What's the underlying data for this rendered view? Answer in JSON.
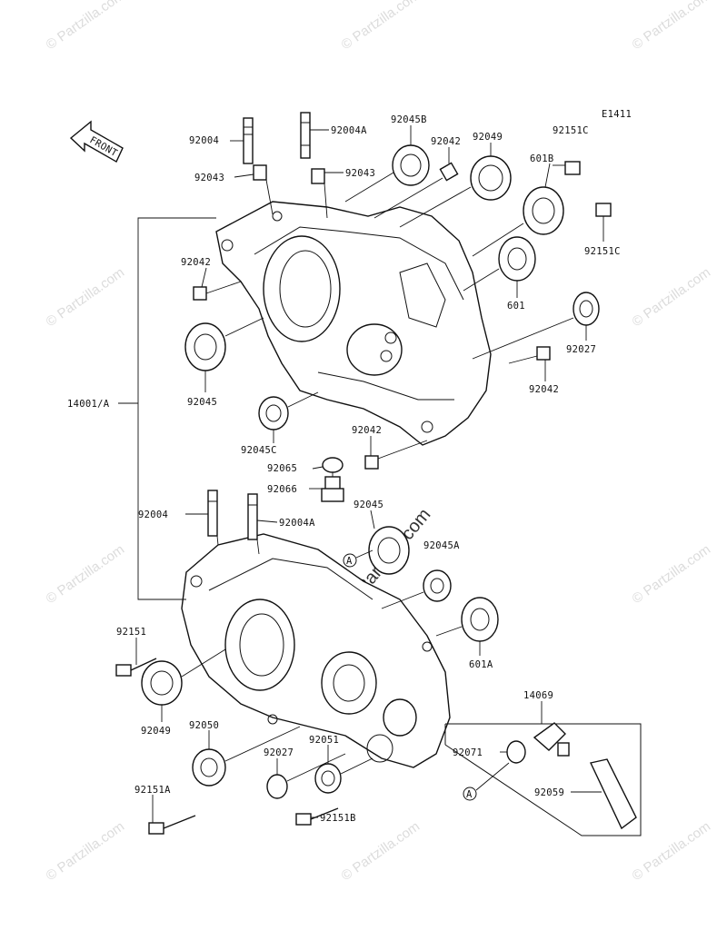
{
  "diagram_code": "E1411",
  "front_label": "FRONT",
  "watermark_text": "© Partzilla.com",
  "callout_marker": "A",
  "labels": {
    "p92004_top": "92004",
    "p92004A_top": "92004A",
    "p92043_left": "92043",
    "p92043_right": "92043",
    "p92045B": "92045B",
    "p92042_top": "92042",
    "p92049_top": "92049",
    "p92151C_top": "92151C",
    "p601B": "601B",
    "p92151C_right": "92151C",
    "p92042_left": "92042",
    "p601": "601",
    "p92027_right": "92027",
    "p92045_left": "92045",
    "p14001A": "14001/A",
    "p92042_mid": "92042",
    "p92045C": "92045C",
    "p92042_lower": "92042",
    "p92065": "92065",
    "p92066": "92066",
    "p92004_bottom": "92004",
    "p92004A_bottom": "92004A",
    "p92045_mid": "92045",
    "p92045A": "92045A",
    "p92151": "92151",
    "p601A": "601A",
    "p92049_bottom": "92049",
    "p92050": "92050",
    "p14069": "14069",
    "p92027_bottom": "92027",
    "p92051": "92051",
    "p92071": "92071",
    "p92151A": "92151A",
    "p92059": "92059",
    "p92151B": "92151B"
  }
}
